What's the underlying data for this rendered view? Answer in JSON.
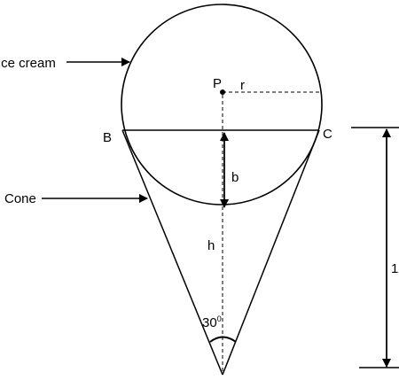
{
  "labels": {
    "ice_cream": "Ice cream",
    "cone": "Cone",
    "point_p": "P",
    "radius": "r",
    "point_b": "B",
    "point_c": "C",
    "segment_b": "b",
    "height": "h",
    "angle": "30",
    "angle_unit": "0",
    "length": "1"
  }
}
